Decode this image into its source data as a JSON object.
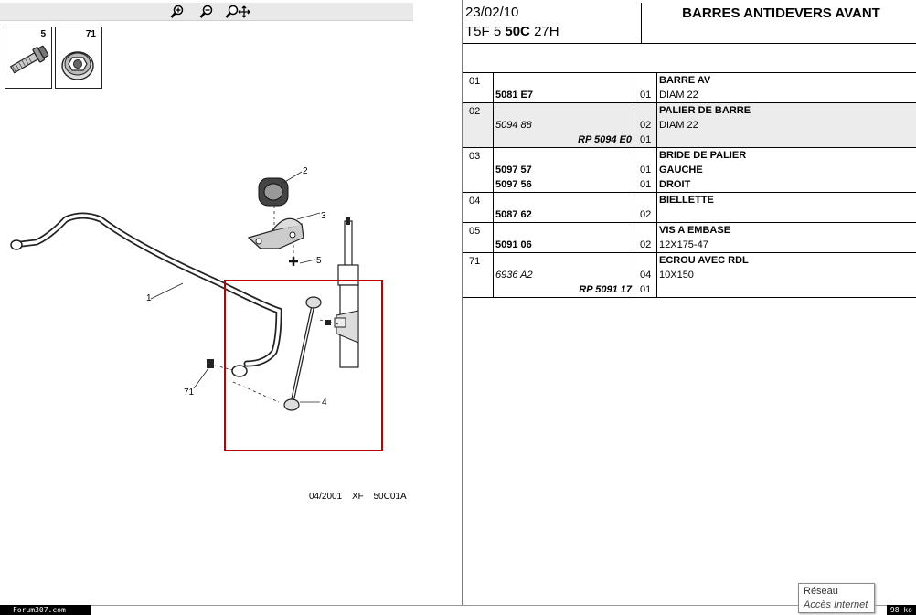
{
  "toolbar": {
    "icons": [
      "zoom-in-icon",
      "zoom-out-icon",
      "zoom-pan-icon"
    ]
  },
  "thumbnails": [
    {
      "number": "5",
      "icon": "bolt-icon"
    },
    {
      "number": "71",
      "icon": "nut-icon"
    }
  ],
  "diagram": {
    "callouts": [
      "1",
      "2",
      "3",
      "4",
      "5",
      "71"
    ],
    "reference": {
      "date": "04/2001",
      "code1": "XF",
      "code2": "50C01A"
    },
    "highlight_color": "#c00000"
  },
  "header": {
    "date": "23/02/10",
    "code_pre": "T5F 5",
    "code_bold": "50C",
    "code_post": "27H",
    "title": "BARRES ANTIDEVERS AVANT"
  },
  "parts": [
    {
      "ref": "01",
      "lines": [
        {
          "pn": "",
          "qty": "",
          "desc": "BARRE AV",
          "desc_bold": true
        },
        {
          "pn": "5081 E7",
          "pn_style": "bold",
          "qty": "01",
          "desc": "DIAM 22",
          "desc_bold": false
        }
      ]
    },
    {
      "ref": "02",
      "grey": true,
      "lines": [
        {
          "pn": "",
          "qty": "",
          "desc": "PALIER DE BARRE",
          "desc_bold": true
        },
        {
          "pn": "5094 88",
          "pn_style": "italic",
          "qty": "02",
          "desc": "DIAM 22",
          "desc_bold": false
        },
        {
          "pn": "RP 5094 E0",
          "pn_style": "rp",
          "qty": "01",
          "desc": "",
          "desc_bold": false
        }
      ]
    },
    {
      "ref": "03",
      "lines": [
        {
          "pn": "",
          "qty": "",
          "desc": "BRIDE DE PALIER",
          "desc_bold": true
        },
        {
          "pn": "5097 57",
          "pn_style": "bold",
          "qty": "01",
          "desc": "GAUCHE",
          "desc_bold": true
        },
        {
          "pn": "5097 56",
          "pn_style": "bold",
          "qty": "01",
          "desc": "DROIT",
          "desc_bold": true
        }
      ]
    },
    {
      "ref": "04",
      "lines": [
        {
          "pn": "",
          "qty": "",
          "desc": "BIELLETTE",
          "desc_bold": true
        },
        {
          "pn": "5087 62",
          "pn_style": "bold",
          "qty": "02",
          "desc": "",
          "desc_bold": false
        }
      ]
    },
    {
      "ref": "05",
      "lines": [
        {
          "pn": "",
          "qty": "",
          "desc": "VIS A EMBASE",
          "desc_bold": true
        },
        {
          "pn": "5091 06",
          "pn_style": "bold",
          "qty": "02",
          "desc": "12X175-47",
          "desc_bold": false
        }
      ]
    },
    {
      "ref": "71",
      "lines": [
        {
          "pn": "",
          "qty": "",
          "desc": "ECROU AVEC RDL",
          "desc_bold": true
        },
        {
          "pn": "6936 A2",
          "pn_style": "italic",
          "qty": "04",
          "desc": "10X150",
          "desc_bold": false
        },
        {
          "pn": "RP 5091 17",
          "pn_style": "rp",
          "qty": "01",
          "desc": "",
          "desc_bold": false
        }
      ]
    }
  ],
  "statusbar": {
    "left": "Forum307.com",
    "right": "98 ko"
  },
  "tooltip": {
    "line1": "Réseau",
    "line2": "Accès Internet"
  }
}
